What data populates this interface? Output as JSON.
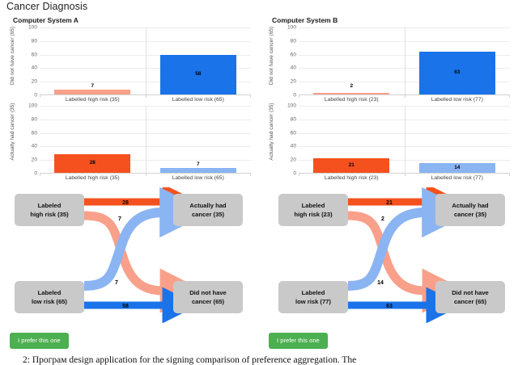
{
  "page": {
    "title": "Cancer Diagnosis",
    "caption": "2:  Програм design application for the signing comparison of preference aggregation.  The"
  },
  "buttons": {
    "prefer_label": "I prefer this one"
  },
  "panels": [
    {
      "id": "a",
      "title": "Computer System A",
      "sankey": {
        "nodes": {
          "source_top": "Labeled high risk (35)",
          "source_top_line1": "Labeled",
          "source_top_line2": "high risk (35)",
          "source_bottom_line1": "Labeled",
          "source_bottom_line2": "low risk (65)",
          "target_top_line1": "Actually had",
          "target_top_line2": "cancer (35)",
          "target_bottom_line1": "Did not have",
          "target_bottom_line2": "cancer (65)"
        },
        "flows": [
          {
            "name": "high-risk-to-had-cancer",
            "value": "28"
          },
          {
            "name": "high-risk-to-no-cancer",
            "value": "7"
          },
          {
            "name": "low-risk-to-had-cancer",
            "value": "7"
          },
          {
            "name": "low-risk-to-no-cancer",
            "value": "58"
          }
        ]
      }
    },
    {
      "id": "b",
      "title": "Computer System B",
      "sankey": {
        "nodes": {
          "source_top_line1": "Labeled",
          "source_top_line2": "high risk (23)",
          "source_bottom_line1": "Labeled",
          "source_bottom_line2": "low risk (77)",
          "target_top_line1": "Actually had",
          "target_top_line2": "cancer (35)",
          "target_bottom_line1": "Did not have",
          "target_bottom_line2": "cancer (65)"
        },
        "flows": [
          {
            "name": "high-risk-to-had-cancer",
            "value": "21"
          },
          {
            "name": "high-risk-to-no-cancer",
            "value": "2"
          },
          {
            "name": "low-risk-to-had-cancer",
            "value": "14"
          },
          {
            "name": "low-risk-to-no-cancer",
            "value": "63"
          }
        ]
      }
    }
  ],
  "colors": {
    "bar_dark_orange": "#f4511e",
    "bar_salmon": "#f9a08a",
    "bar_dark_blue": "#1a73e8",
    "bar_light_blue": "#8ab4f2",
    "node_grey": "#c9c9c9",
    "button_green": "#4caf50"
  },
  "chart_data": [
    {
      "type": "bar",
      "title": "Computer System A",
      "subplot": "top",
      "ylabel": "Did not have cancer (65)",
      "xlabel": "",
      "categories": [
        "Labelled high risk (35)",
        "Labelled low risk (65)"
      ],
      "values": [
        7,
        58
      ],
      "bar_colors": [
        "#f9a08a",
        "#1a73e8"
      ],
      "ylim": [
        0,
        100
      ],
      "yticks": [
        0,
        20,
        40,
        60,
        80,
        100
      ],
      "grid": true,
      "legend": "none"
    },
    {
      "type": "bar",
      "title": "Computer System A",
      "subplot": "bottom",
      "ylabel": "Actually had cancer (35)",
      "xlabel": "",
      "categories": [
        "Labelled high risk (35)",
        "Labelled low risk (65)"
      ],
      "values": [
        28,
        7
      ],
      "bar_colors": [
        "#f4511e",
        "#8ab4f2"
      ],
      "ylim": [
        0,
        100
      ],
      "yticks": [
        0,
        20,
        40,
        60,
        80,
        100
      ],
      "grid": true,
      "legend": "none"
    },
    {
      "type": "bar",
      "title": "Computer System B",
      "subplot": "top",
      "ylabel": "Did not have cancer (65)",
      "xlabel": "",
      "categories": [
        "Labelled high risk (23)",
        "Labelled low risk (77)"
      ],
      "values": [
        2,
        63
      ],
      "bar_colors": [
        "#f9a08a",
        "#1a73e8"
      ],
      "ylim": [
        0,
        100
      ],
      "yticks": [
        0,
        20,
        40,
        60,
        80,
        100
      ],
      "grid": true,
      "legend": "none"
    },
    {
      "type": "bar",
      "title": "Computer System B",
      "subplot": "bottom",
      "ylabel": "Actually had cancer (35)",
      "xlabel": "",
      "categories": [
        "Labelled high risk (23)",
        "Labelled low risk (77)"
      ],
      "values": [
        21,
        14
      ],
      "bar_colors": [
        "#f4511e",
        "#8ab4f2"
      ],
      "ylim": [
        0,
        100
      ],
      "yticks": [
        0,
        20,
        40,
        60,
        80,
        100
      ],
      "grid": true,
      "legend": "none"
    }
  ]
}
